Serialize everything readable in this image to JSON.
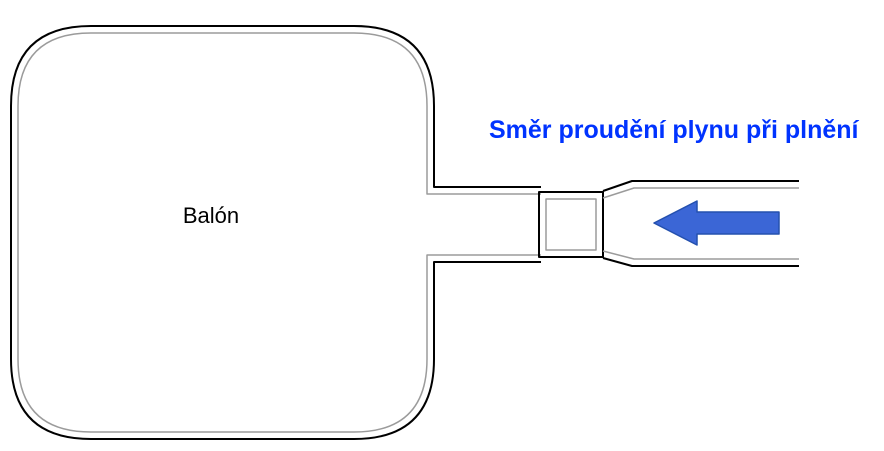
{
  "diagram": {
    "title": "Balloon filling diagram",
    "balloon_label": "Balón",
    "flow_label": "Směr proudění plynu při plnění",
    "arrow_direction": "left"
  },
  "colors": {
    "background": "#ffffff",
    "outline": "#000000",
    "inner_line": "#9b9b9b",
    "label_text": "#000000",
    "flow_text": "#0033ff",
    "arrow_fill": "#3b66d6",
    "arrow_outline": "#2450ae"
  }
}
